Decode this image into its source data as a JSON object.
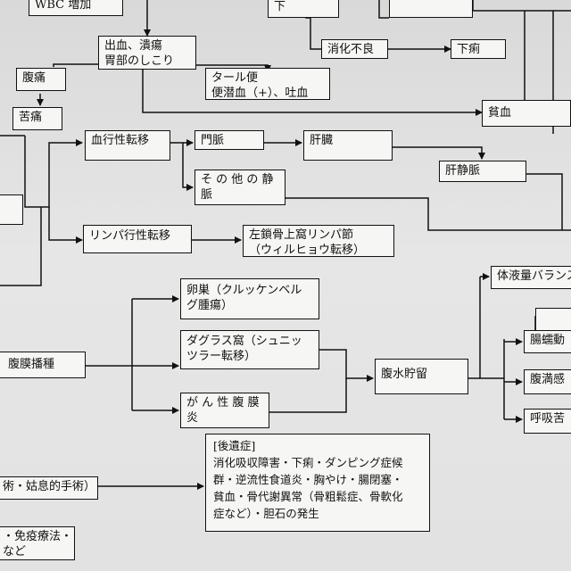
{
  "boxes": {
    "wbc": "WBC 増加",
    "top_left_partial": "下",
    "bleeding_1": "出血、潰瘍",
    "bleeding_2": "胃部のしこり",
    "indigestion": "消化不良",
    "diarrhea": "下痢",
    "abdominal_pain": "腹痛",
    "tarry_1": "タール便",
    "tarry_2": "便潜血（+）、吐血",
    "anguish": "苦痛",
    "anemia": "貧血",
    "hematogenous": "血行性転移",
    "portal_vein": "門脈",
    "liver": "肝臓",
    "hepatic_vein": "肝静脈",
    "other_vein_1": "そ の 他 の 静",
    "other_vein_2": "脈",
    "lymphatic": "リンパ行性転移",
    "virchow_1": "左鎖骨上窩リンパ節",
    "virchow_2": "（ウィルヒョウ転移）",
    "fluid_balance": "体液量バランス",
    "ovary_1": "卵巣（クルッケンベル",
    "ovary_2": "グ腫瘍）",
    "peritoneal": "腹膜播種",
    "douglas_1": "ダグラス窩（シュニッ",
    "douglas_2": "ツラー転移）",
    "ileus": "腸蠕動",
    "ascites": "腹水貯留",
    "satiety": "腹満感",
    "cancerous_peritonitis_1": "が ん 性 腹 膜",
    "cancerous_peritonitis_2": "炎",
    "respiratory": "呼吸苦",
    "surgery": "術・姑息的手術）",
    "immuno_1": "・免疫療法・",
    "immuno_2": "など"
  },
  "sequelae": {
    "title": "[後遺症]",
    "lines": [
      "消化吸収障害・下痢・ダンピング症候",
      "群・逆流性食道炎・胸やけ・腸閉塞・",
      "貧血・骨代謝異常（骨粗鬆症、骨軟化",
      "症など）・胆石の発生"
    ]
  }
}
